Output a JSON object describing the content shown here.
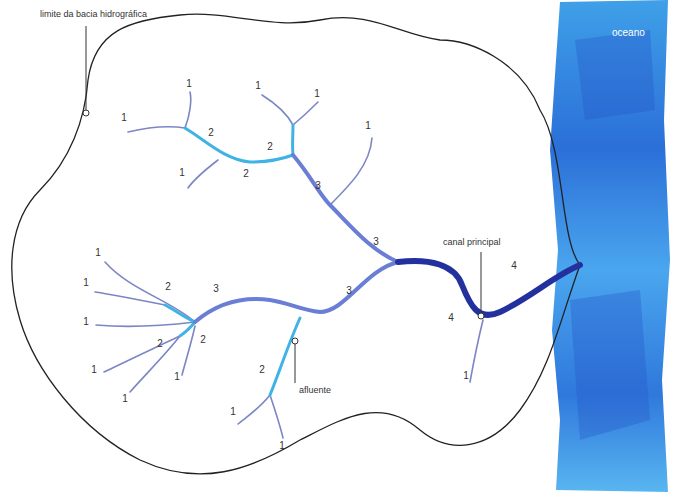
{
  "diagram": {
    "labels": [
      "limite da bacia hidrográfica",
      "canal principal",
      "afluente",
      "oceano",
      "1",
      "1",
      "1",
      "1",
      "1",
      "1",
      "2",
      "2",
      "2",
      "3",
      "3",
      "1",
      "1",
      "1",
      "1",
      "1",
      "1",
      "2",
      "2",
      "2",
      "3",
      "3",
      "2",
      "1",
      "1",
      "4",
      "4",
      "1"
    ]
  }
}
